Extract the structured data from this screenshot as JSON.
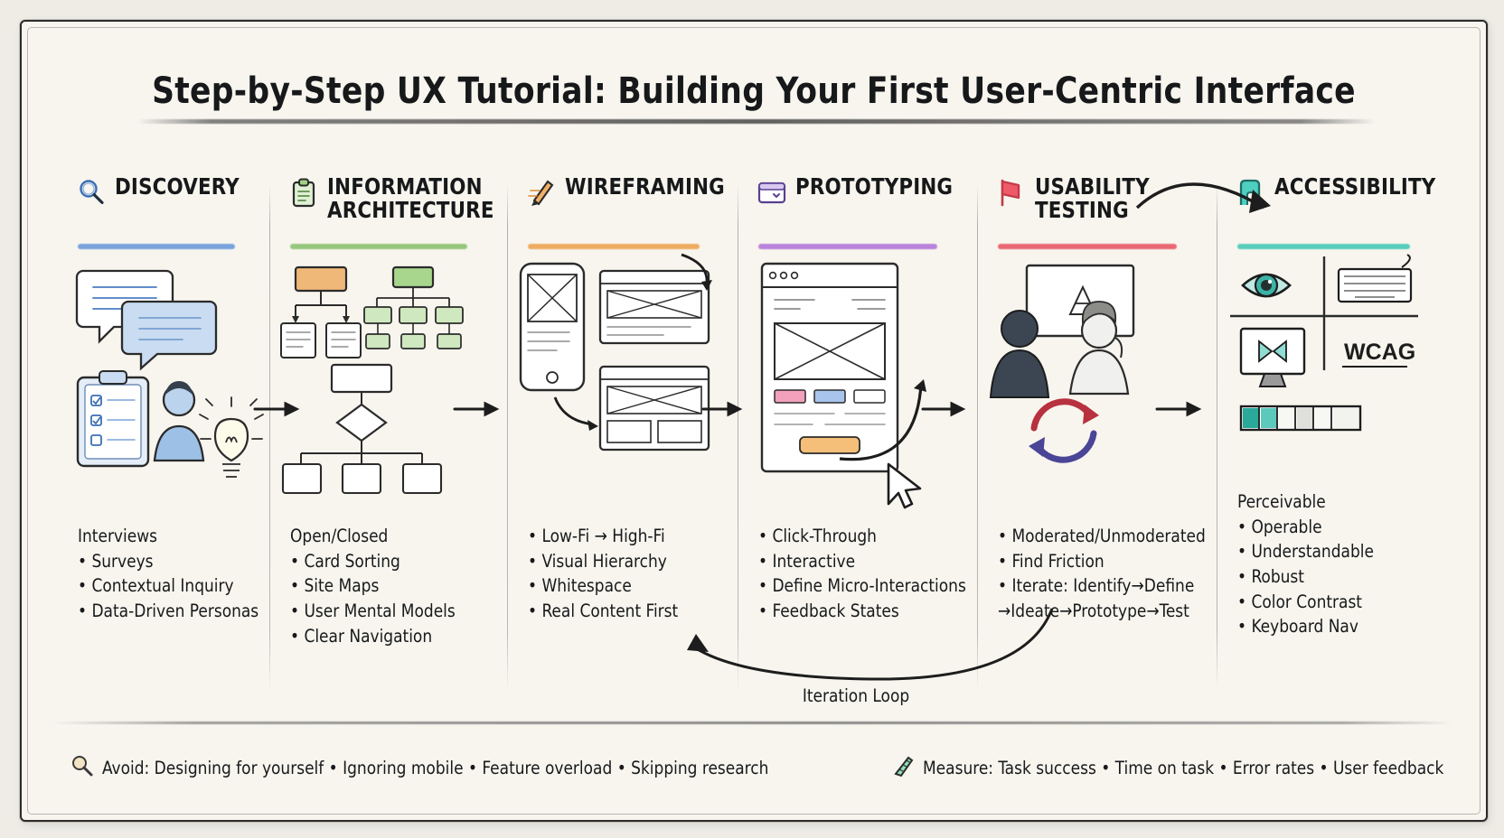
{
  "title": "Step-by-Step UX Tutorial: Building Your First User-Centric Interface",
  "columns": [
    {
      "id": "discovery",
      "icon": "magnifier-icon",
      "heading": "DISCOVERY",
      "accent": "#5a8fd6",
      "items": [
        "Interviews",
        "• Surveys",
        "• Contextual Inquiry",
        "• Data-Driven Personas"
      ]
    },
    {
      "id": "information-architecture",
      "icon": "clipboard-icon",
      "heading": "INFORMATION\nARCHITECTURE",
      "accent": "#84c06a",
      "items": [
        "Open/Closed",
        "• Card Sorting",
        "• Site Maps",
        "• User Mental Models",
        "• Clear Navigation"
      ]
    },
    {
      "id": "wireframing",
      "icon": "pencil-sketch-icon",
      "heading": "WIREFRAMING",
      "accent": "#eda04a",
      "items": [
        "• Low-Fi → High-Fi",
        "• Visual Hierarchy",
        "• Whitespace",
        "• Real Content First"
      ]
    },
    {
      "id": "prototyping",
      "icon": "browser-window-icon",
      "heading": "PROTOTYPING",
      "accent": "#b06fd8",
      "items": [
        "• Click-Through",
        "• Interactive",
        "• Define Micro-Interactions",
        "• Feedback States"
      ]
    },
    {
      "id": "usability-testing",
      "icon": "flag-icon",
      "heading": "USABILITY\nTESTING",
      "accent": "#e8505f",
      "items": [
        "• Moderated/Unmoderated",
        "• Find Friction",
        "• Iterate: Identify→Define",
        "→Ideate→Prototype→Test"
      ]
    },
    {
      "id": "accessibility",
      "icon": "accessibility-flag-icon",
      "heading": "ACCESSIBILITY",
      "accent": "#3ec7b4",
      "items": [
        "Perceivable",
        "• Operable",
        "• Understandable",
        "• Robust",
        "• Color Contrast",
        "• Keyboard Nav"
      ]
    }
  ],
  "annotations": {
    "iteration_loop": "Iteration Loop",
    "wcag_label": "WCAG"
  },
  "footer": {
    "avoid_icon": "magnifier-icon",
    "avoid": "Avoid: Designing for yourself • Ignoring mobile • Feature overload • Skipping research",
    "measure_icon": "ruler-icon",
    "measure": "Measure: Task success • Time on task • Error rates • User feedback"
  }
}
